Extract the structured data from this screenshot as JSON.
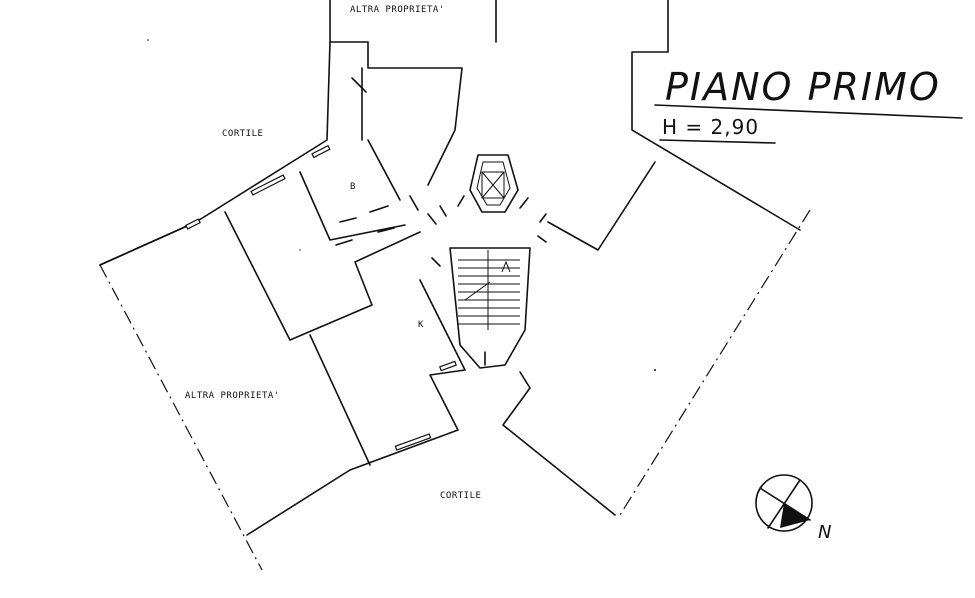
{
  "plan": {
    "title": "PIANO PRIMO",
    "height": "H = 2,90"
  },
  "labels": {
    "top_property": "ALTRA PROPRIETA'",
    "left_property": "ALTRA PROPRIETA'",
    "courtyard_top": "CORTILE",
    "courtyard_bottom": "CORTILE",
    "room_b": "B",
    "room_k": "K"
  },
  "compass": {
    "north_label": "N"
  }
}
